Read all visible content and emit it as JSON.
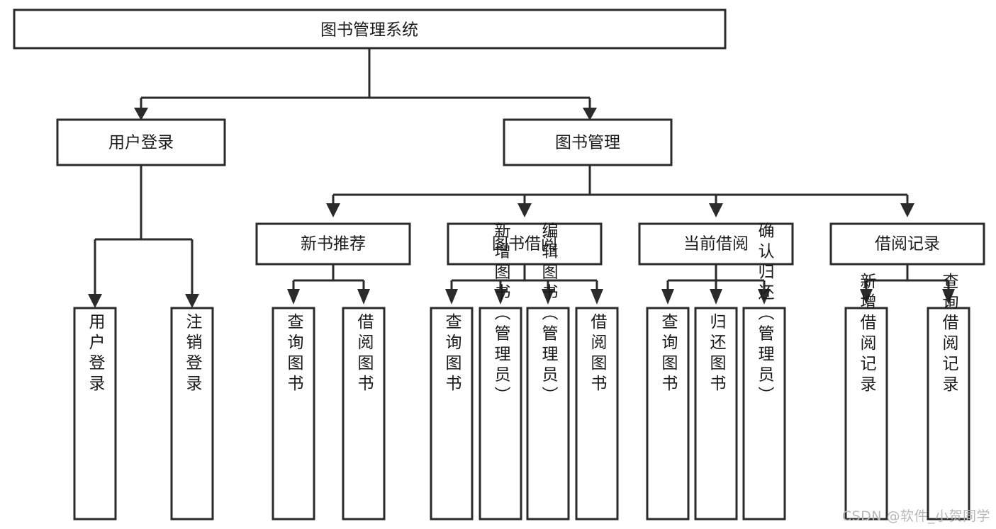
{
  "diagram": {
    "title": "图书管理系统",
    "type": "tree",
    "watermark": "CSDN @软件_小贺同学",
    "colors": {
      "stroke": "#2b2b2b",
      "fill": "#ffffff",
      "text": "#1a1a1a",
      "watermark": "#b8b8b8",
      "background": "#ffffff"
    },
    "root": {
      "label": "图书管理系统"
    },
    "level2": [
      {
        "label": "用户登录"
      },
      {
        "label": "图书管理"
      }
    ],
    "level3": [
      {
        "label": "新书推荐"
      },
      {
        "label": "图书借阅"
      },
      {
        "label": "当前借阅"
      },
      {
        "label": "借阅记录"
      }
    ],
    "leaves": {
      "user_login": [
        {
          "label": "用户登录"
        },
        {
          "label": "注销登录"
        }
      ],
      "new_book": [
        {
          "label": "查询图书"
        },
        {
          "label": "借阅图书"
        }
      ],
      "book_borrow": [
        {
          "label": "查询图书"
        },
        {
          "label": "新增图书（管理员）"
        },
        {
          "label": "编辑图书（管理员）"
        },
        {
          "label": "借阅图书"
        }
      ],
      "current_borrow": [
        {
          "label": "查询图书"
        },
        {
          "label": "归还图书"
        },
        {
          "label": "确认归还（管理员）"
        }
      ],
      "borrow_record": [
        {
          "label": "新增借阅记录"
        },
        {
          "label": "查询借阅记录"
        }
      ]
    }
  }
}
